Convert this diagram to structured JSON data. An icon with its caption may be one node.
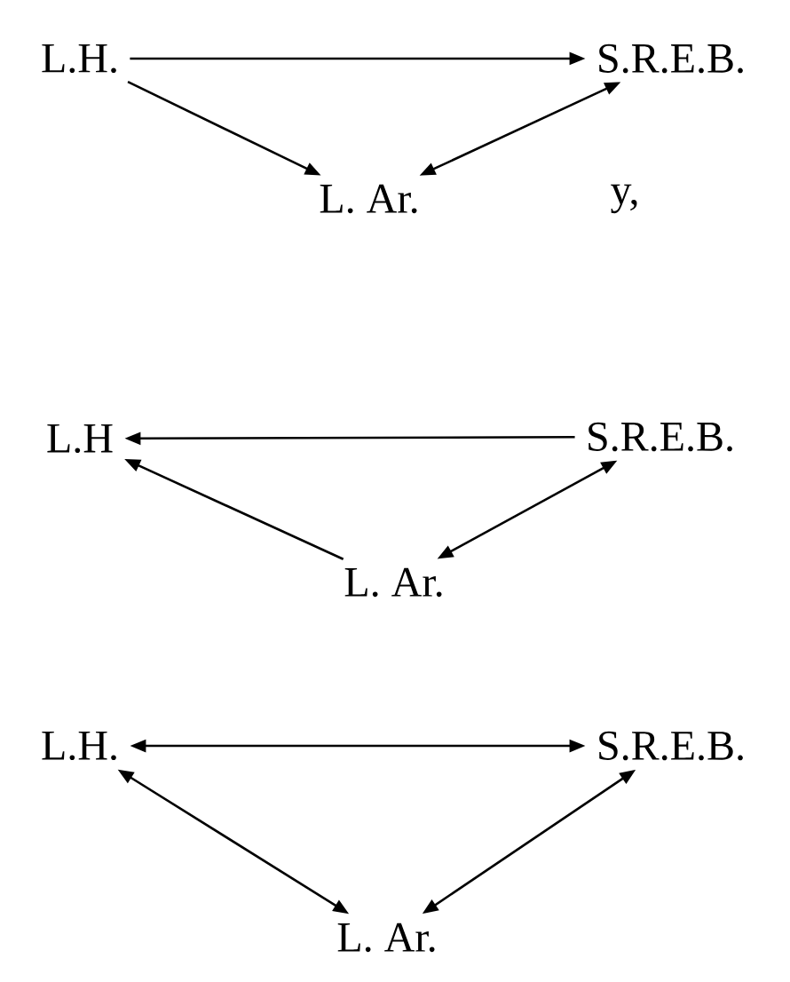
{
  "diagram": {
    "nodes": [
      {
        "text": [
          "L.H."
        ]
      },
      {
        "text": [
          "S.R.E.B."
        ]
      },
      {
        "text": [
          "L. Ar."
        ]
      },
      {
        "text": [
          "L.H"
        ]
      },
      {
        "text": [
          "S.R.E.B."
        ]
      },
      {
        "text": [
          "L. Ar."
        ]
      },
      {
        "text": [
          "L.H."
        ]
      },
      {
        "text": [
          "S.R.E.B."
        ]
      },
      {
        "text": [
          "L. Ar."
        ]
      }
    ],
    "edges": [
      {
        "from": 0,
        "to": 1,
        "arrow": "to"
      },
      {
        "from": 0,
        "to": 2,
        "arrow": "to"
      },
      {
        "from": 2,
        "to": 1,
        "arrow": "both"
      },
      {
        "from": 4,
        "to": 3,
        "arrow": "to"
      },
      {
        "from": 5,
        "to": 3,
        "arrow": "to"
      },
      {
        "from": 5,
        "to": 4,
        "arrow": "both"
      },
      {
        "from": 6,
        "to": 7,
        "arrow": "both"
      },
      {
        "from": 6,
        "to": 8,
        "arrow": "both"
      },
      {
        "from": 8,
        "to": 7,
        "arrow": "both"
      }
    ],
    "labels": [
      "y,"
    ]
  }
}
